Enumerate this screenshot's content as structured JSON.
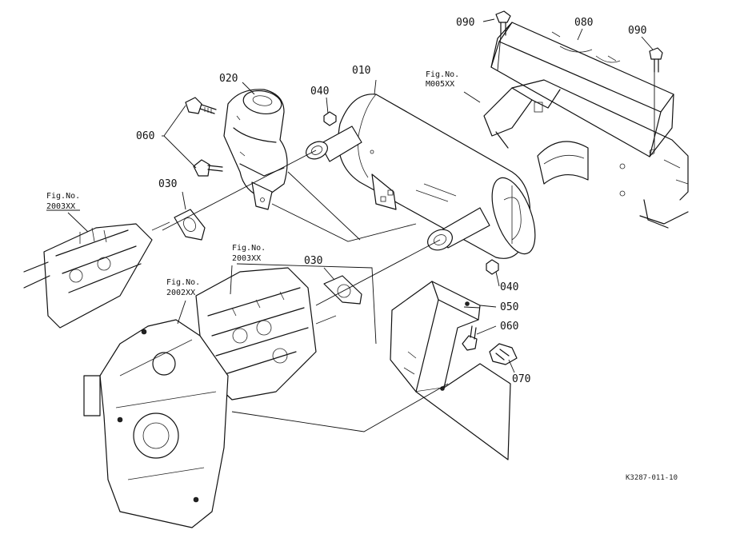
{
  "parts": {
    "p010": "010",
    "p020": "020",
    "p030a": "030",
    "p030b": "030",
    "p040a": "040",
    "p040b": "040",
    "p050": "050",
    "p060a": "060",
    "p060b": "060",
    "p070": "070",
    "p080": "080",
    "p090a": "090",
    "p090b": "090"
  },
  "figure_refs": {
    "m005": {
      "label": "Fig.No.",
      "code": "M005XX"
    },
    "r2003a": {
      "label": "Fig.No.",
      "code": "2003XX"
    },
    "r2003b": {
      "label": "Fig.No.",
      "code": "2003XX"
    },
    "r2002": {
      "label": "Fig.No.",
      "code": "2002XX"
    }
  },
  "diagram_code": "K3287-011-10"
}
